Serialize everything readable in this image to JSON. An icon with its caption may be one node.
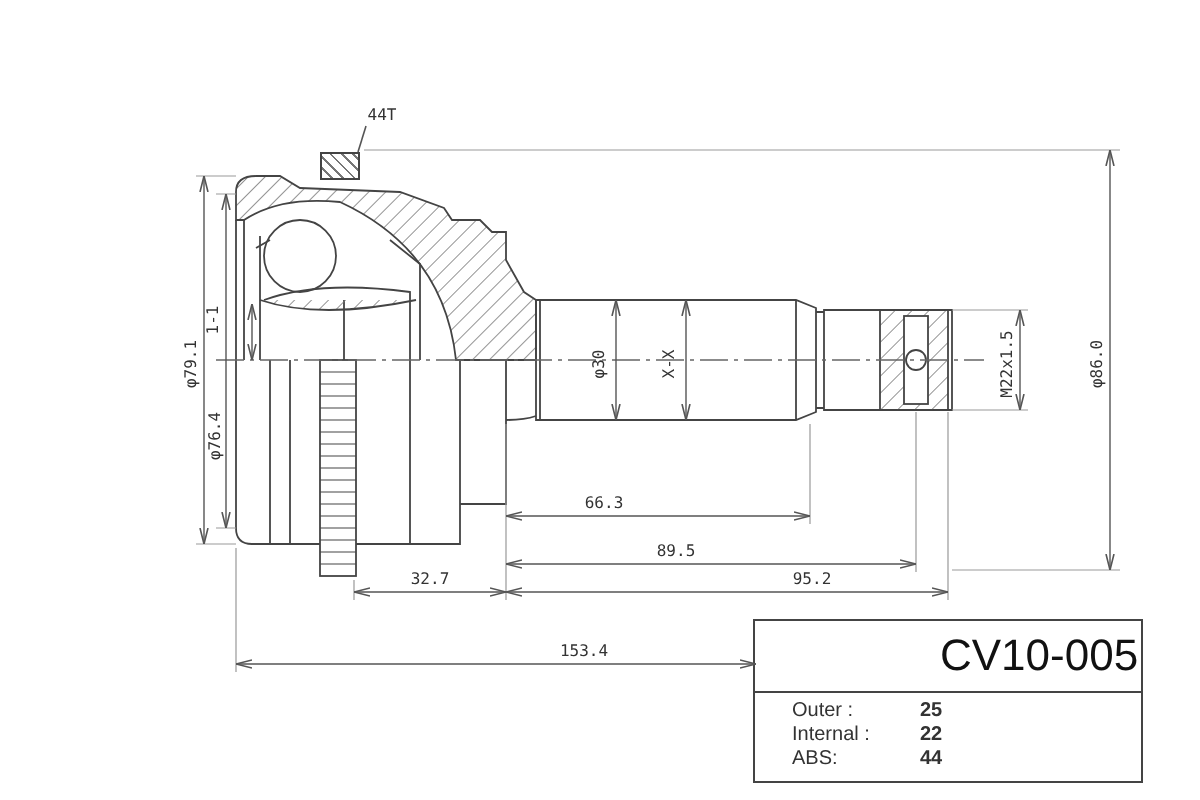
{
  "diagram": {
    "nodes": [
      {
        "text": [
          "44T"
        ]
      },
      {
        "text": [],
        "shape": "box"
      }
    ],
    "edges": [
      {
        "from": 0,
        "to": 1,
        "arrow": "none"
      }
    ],
    "labels": [
      "φ79.1",
      "φ76.4",
      "1-1",
      "φ30",
      "X-X",
      "M22x1.5",
      "φ86.0",
      "66.3",
      "89.5",
      "32.7",
      "95.2",
      "153.4",
      "CV10-005",
      "Outer :",
      "25",
      "Internal :",
      "22",
      "ABS:",
      "44"
    ]
  }
}
